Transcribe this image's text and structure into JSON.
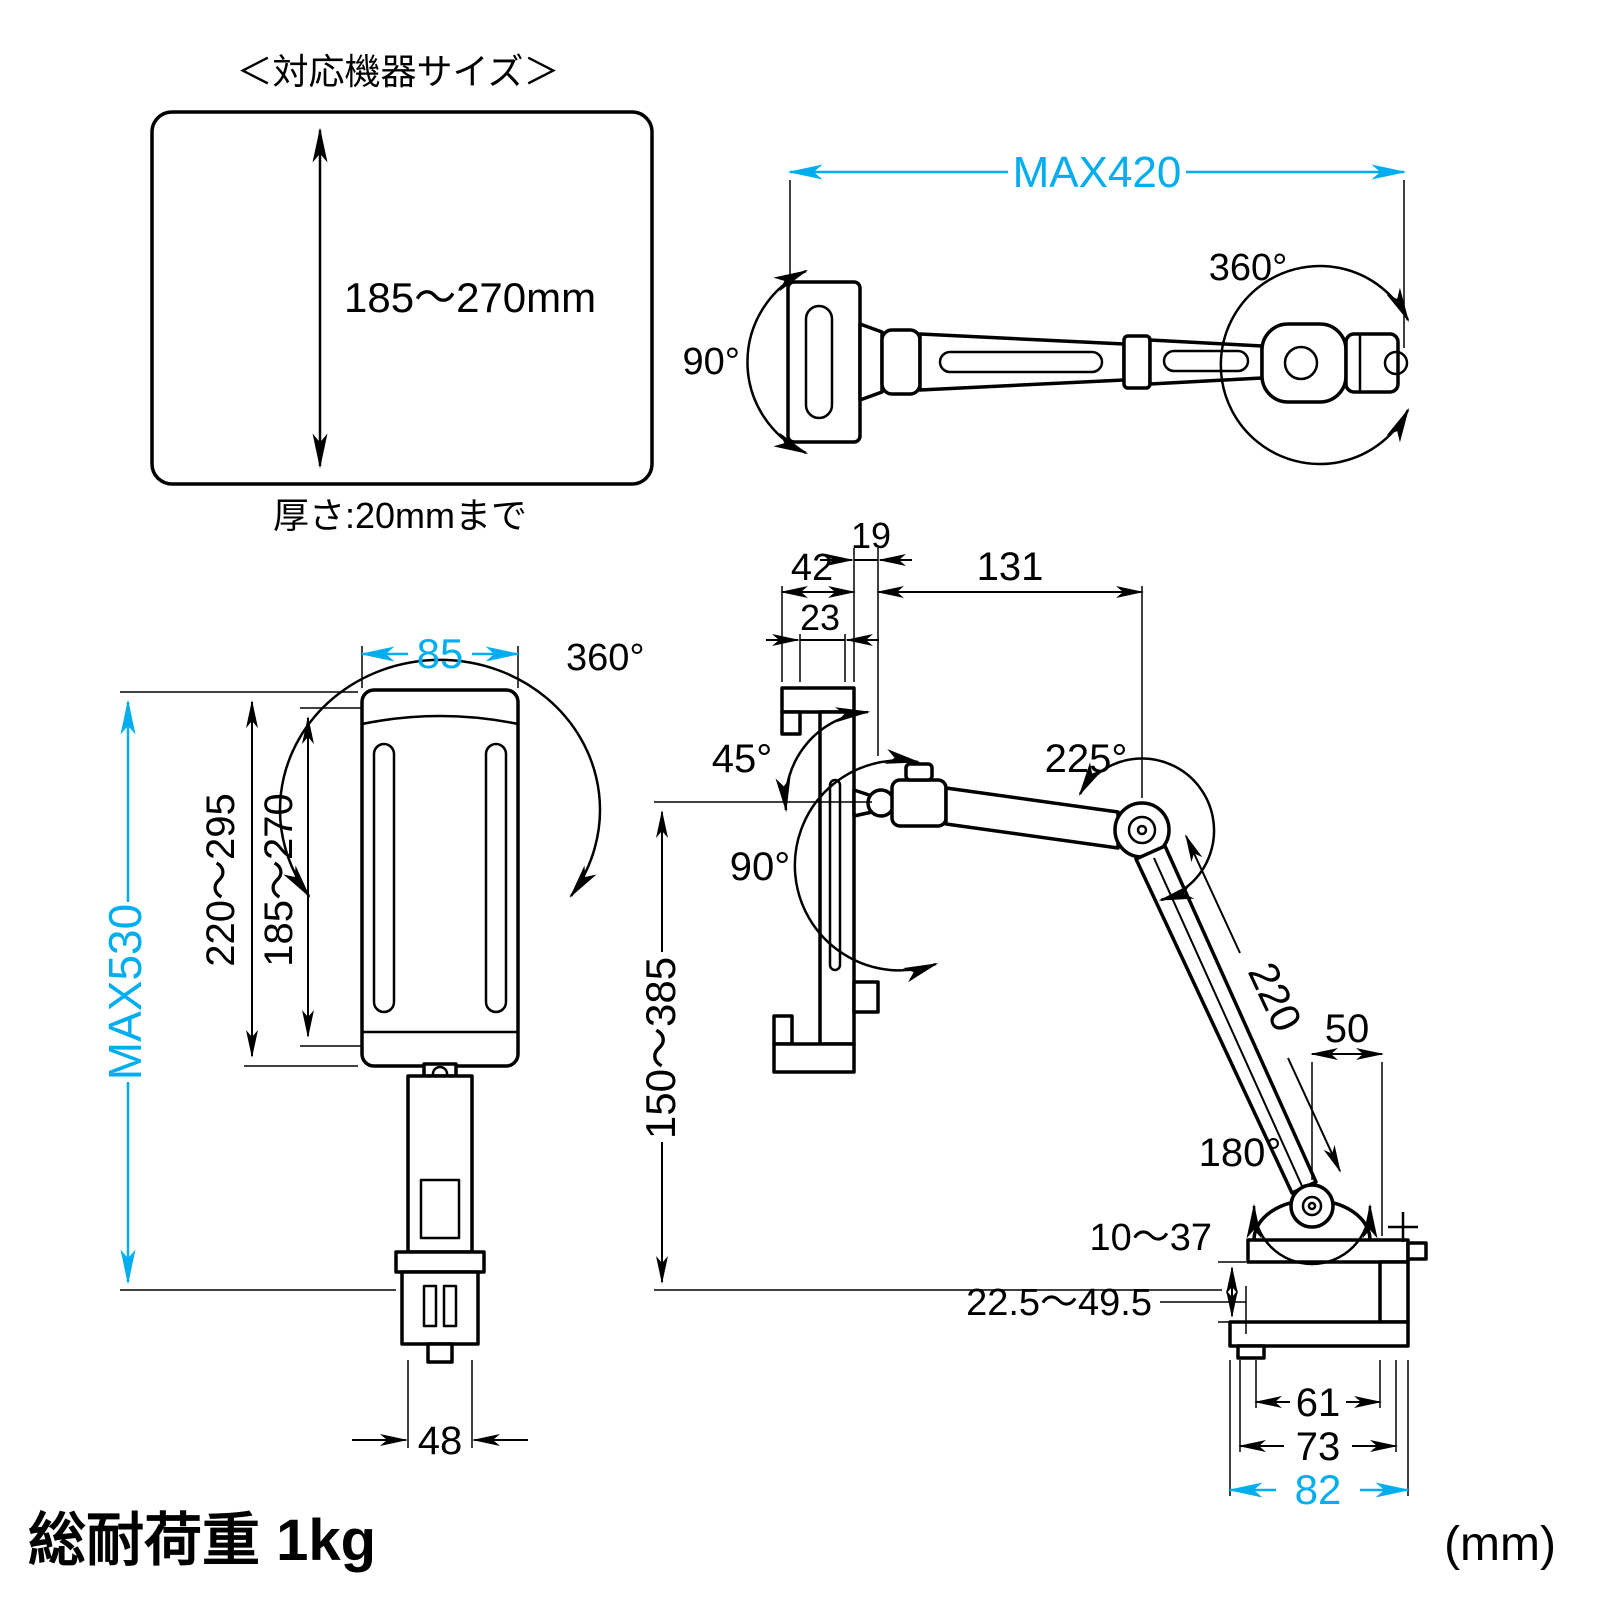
{
  "colors": {
    "line": "#000000",
    "accent": "#00aeef"
  },
  "device_panel": {
    "title": "＜対応機器サイズ＞",
    "height_range": "185〜270mm",
    "thickness": "厚さ:20mmまで"
  },
  "top_view": {
    "max_reach": "MAX420",
    "rotation": "360°",
    "tilt": "90°"
  },
  "front_view": {
    "holder_width": "85",
    "rotation": "360°",
    "outer_height": "220〜295",
    "inner_height": "185〜270",
    "max_height": "MAX530",
    "pole_width": "48"
  },
  "side_view": {
    "holder_depth": "42",
    "hook_depth": "23",
    "joint_gap": "19",
    "upper_arm": "131",
    "tilt_up": "45°",
    "elbow_rotation": "225°",
    "tilt_down": "90°",
    "height_range": "150〜385",
    "lower_arm": "220",
    "base_offset": "50",
    "base_rotation": "180°",
    "clamp_opening": "10〜37",
    "clamp_depth": "22.5〜49.5",
    "clamp_inner_width": "61",
    "clamp_body_width": "73",
    "clamp_base_width": "82"
  },
  "footer": {
    "load_capacity": "総耐荷重 1kg",
    "unit": "(mm)"
  }
}
